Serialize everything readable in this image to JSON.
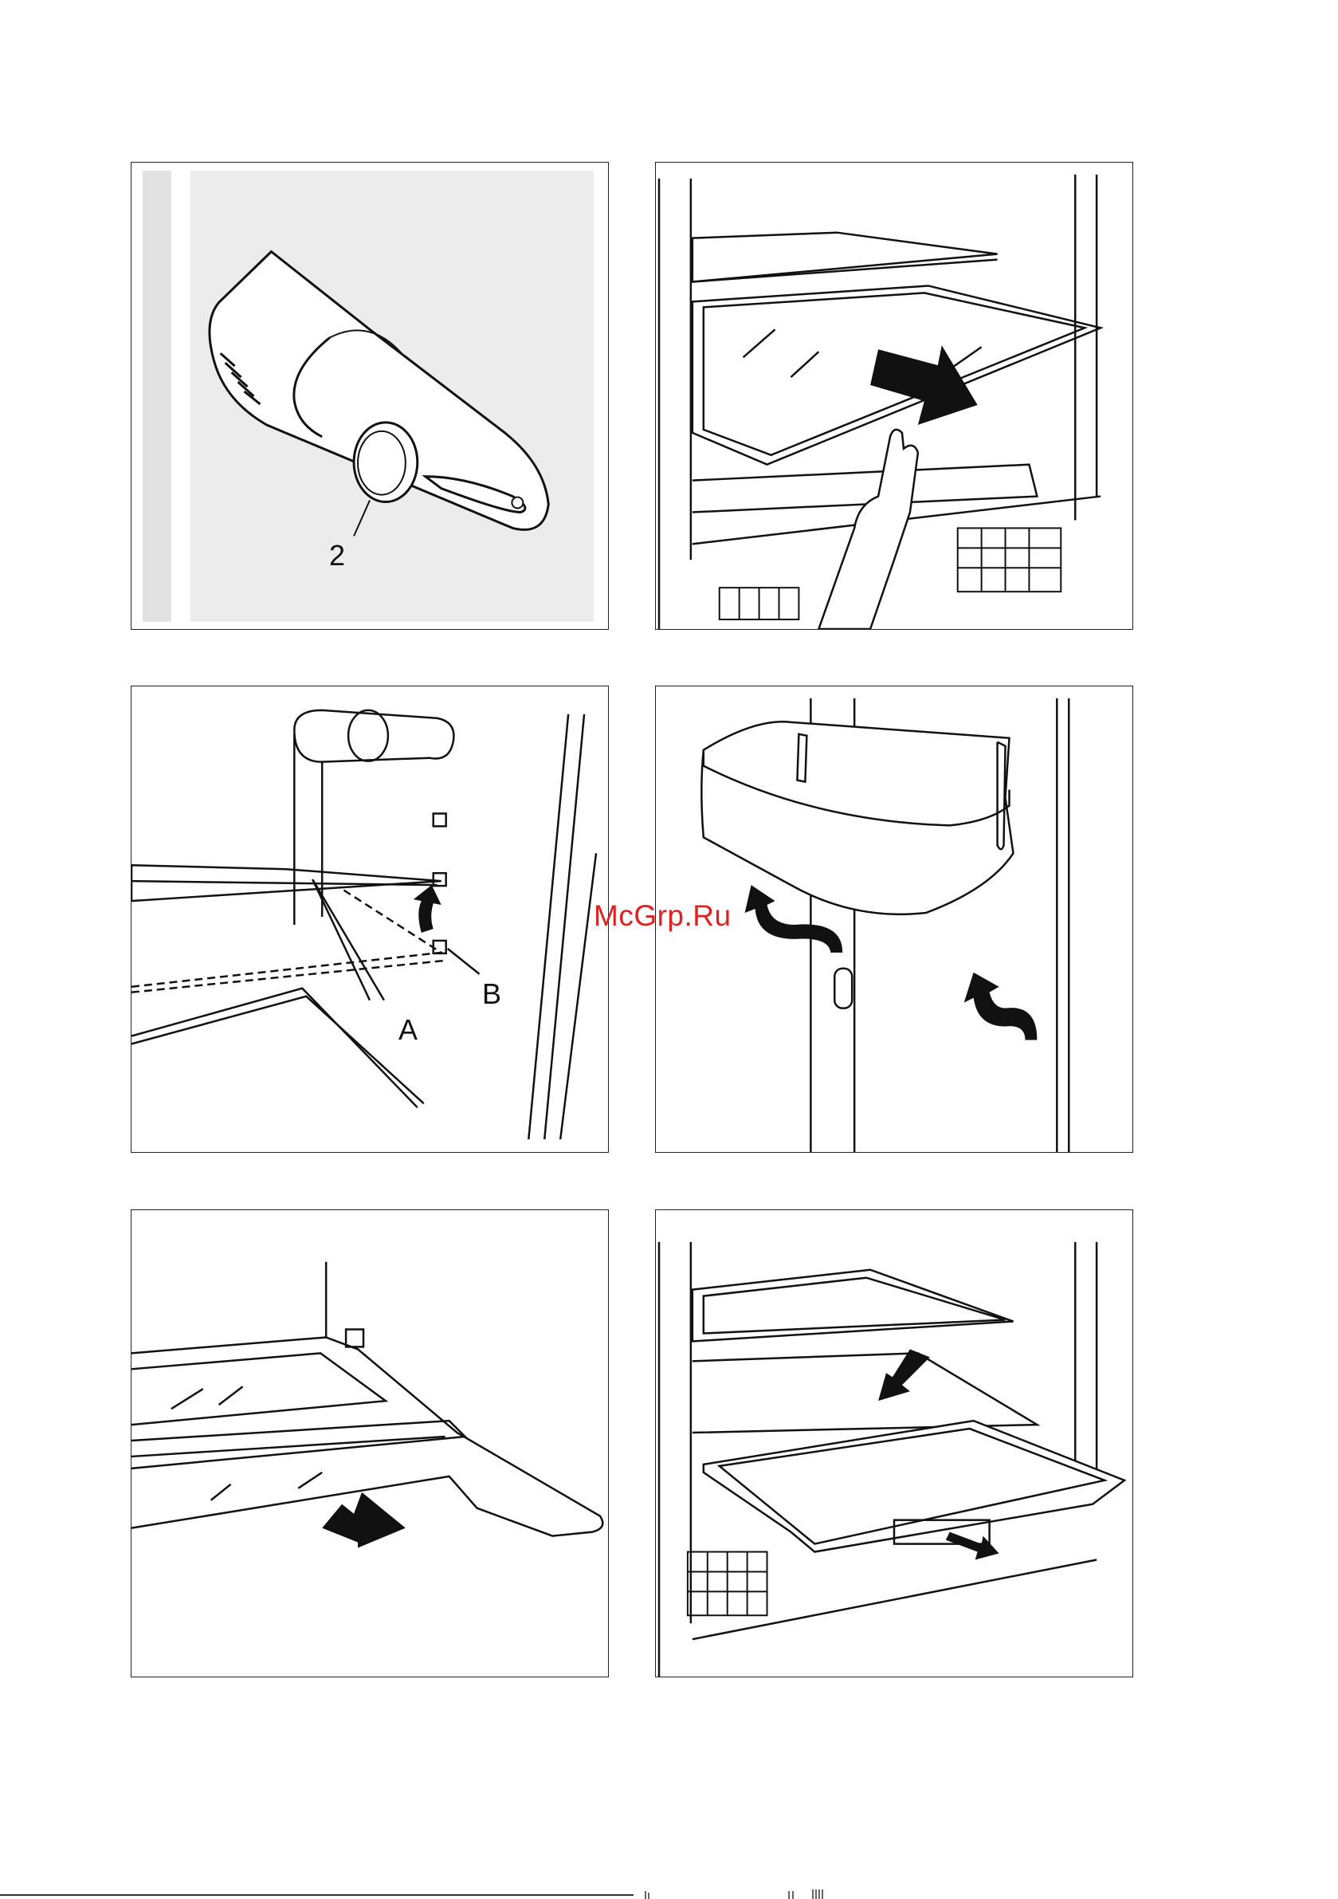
{
  "watermark": {
    "text": "McGrp.Ru",
    "color": "#dd2222"
  },
  "figures": [
    {
      "id": "fig-1",
      "callouts": [
        "2"
      ],
      "icons": [
        "thermostat-control-knob-icon"
      ]
    },
    {
      "id": "fig-2",
      "callouts": [],
      "icons": [
        "hand-icon",
        "arrow-down-icon"
      ]
    },
    {
      "id": "fig-3",
      "callouts": [
        "A",
        "B"
      ],
      "icons": [
        "curved-arrow-up-icon"
      ]
    },
    {
      "id": "fig-4",
      "callouts": [],
      "icons": [
        "door-balcony-icon",
        "curved-arrow-up-icon"
      ]
    },
    {
      "id": "fig-5",
      "callouts": [],
      "icons": [
        "arrow-right-icon"
      ]
    },
    {
      "id": "fig-6",
      "callouts": [],
      "icons": [
        "drawer-icon",
        "arrow-down-left-icon",
        "arrow-out-icon"
      ]
    }
  ]
}
